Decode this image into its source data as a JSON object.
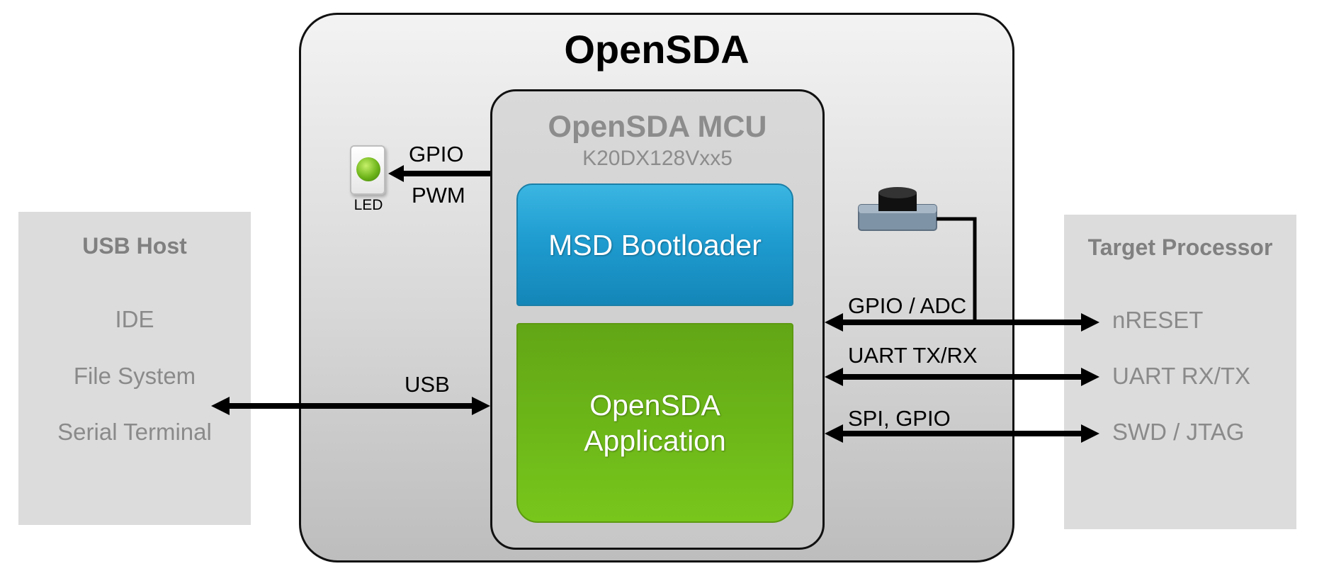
{
  "usb_host": {
    "title": "USB Host",
    "items": [
      "IDE",
      "File System",
      "Serial Terminal"
    ]
  },
  "opensda": {
    "title": "OpenSDA",
    "mcu": {
      "title": "OpenSDA MCU",
      "subtitle": "K20DX128Vxx5",
      "bootloader_label": "MSD Bootloader",
      "application_label_line1": "OpenSDA",
      "application_label_line2": "Application"
    },
    "led": {
      "label": "LED",
      "signal_labels": [
        "GPIO",
        "PWM"
      ]
    },
    "usb_label": "USB",
    "target_links": [
      "GPIO / ADC",
      "UART TX/RX",
      "SPI, GPIO"
    ]
  },
  "target_processor": {
    "title": "Target Processor",
    "items": [
      "nRESET",
      "UART RX/TX",
      "SWD / JTAG"
    ]
  },
  "colors": {
    "bootloader": "#1f9cd0",
    "application": "#6cb618",
    "led": "#6eb51a",
    "panel": "#dcdcdc"
  }
}
